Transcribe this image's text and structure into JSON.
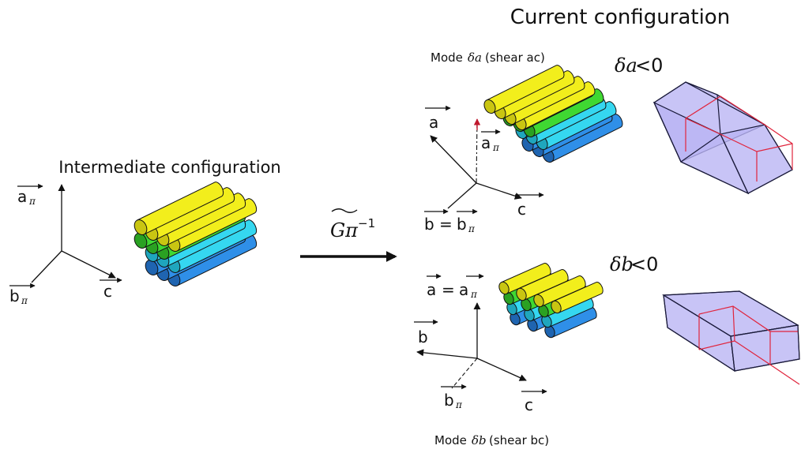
{
  "titles": {
    "current": "Current configuration",
    "intermediate": "Intermediate configuration"
  },
  "modes": {
    "top_prefix": "Mode",
    "top_symbol": "δa",
    "top_suffix": "(shear ac)",
    "bottom_prefix": "Mode",
    "bottom_symbol": "δb",
    "bottom_suffix": "(shear bc)"
  },
  "conditions": {
    "top_symbol": "δa",
    "top_rel": "<0",
    "bottom_symbol": "δb",
    "bottom_rel": "<0"
  },
  "transform": {
    "symbol": "Gπ",
    "exponent": "−1"
  },
  "axis_labels": {
    "intermediate": {
      "a": "a",
      "a_sub": "π",
      "b": "b",
      "b_sub": "π",
      "c": "c"
    },
    "top": {
      "a": "a",
      "api": "a",
      "api_sub": "π",
      "b": "b",
      "eq": "=",
      "bpi": "b",
      "bpi_sub": "π",
      "c": "c"
    },
    "bottom": {
      "a": "a",
      "eq": "=",
      "api": "a",
      "api_sub": "π",
      "b": "b",
      "bpi": "b",
      "bpi_sub": "π",
      "c": "c"
    }
  },
  "colors": {
    "yellow": "#f2ee1c",
    "yellow_dark": "#c9c512",
    "green": "#3fd832",
    "green_dark": "#2aa122",
    "cyan": "#35d7f0",
    "cyan_dark": "#1fa6bd",
    "blue": "#2f8fe8",
    "blue_dark": "#1f64b0",
    "box_fill": "#b9b3f3",
    "box_red": "#e0243c",
    "arrow_red": "#c0182e"
  }
}
